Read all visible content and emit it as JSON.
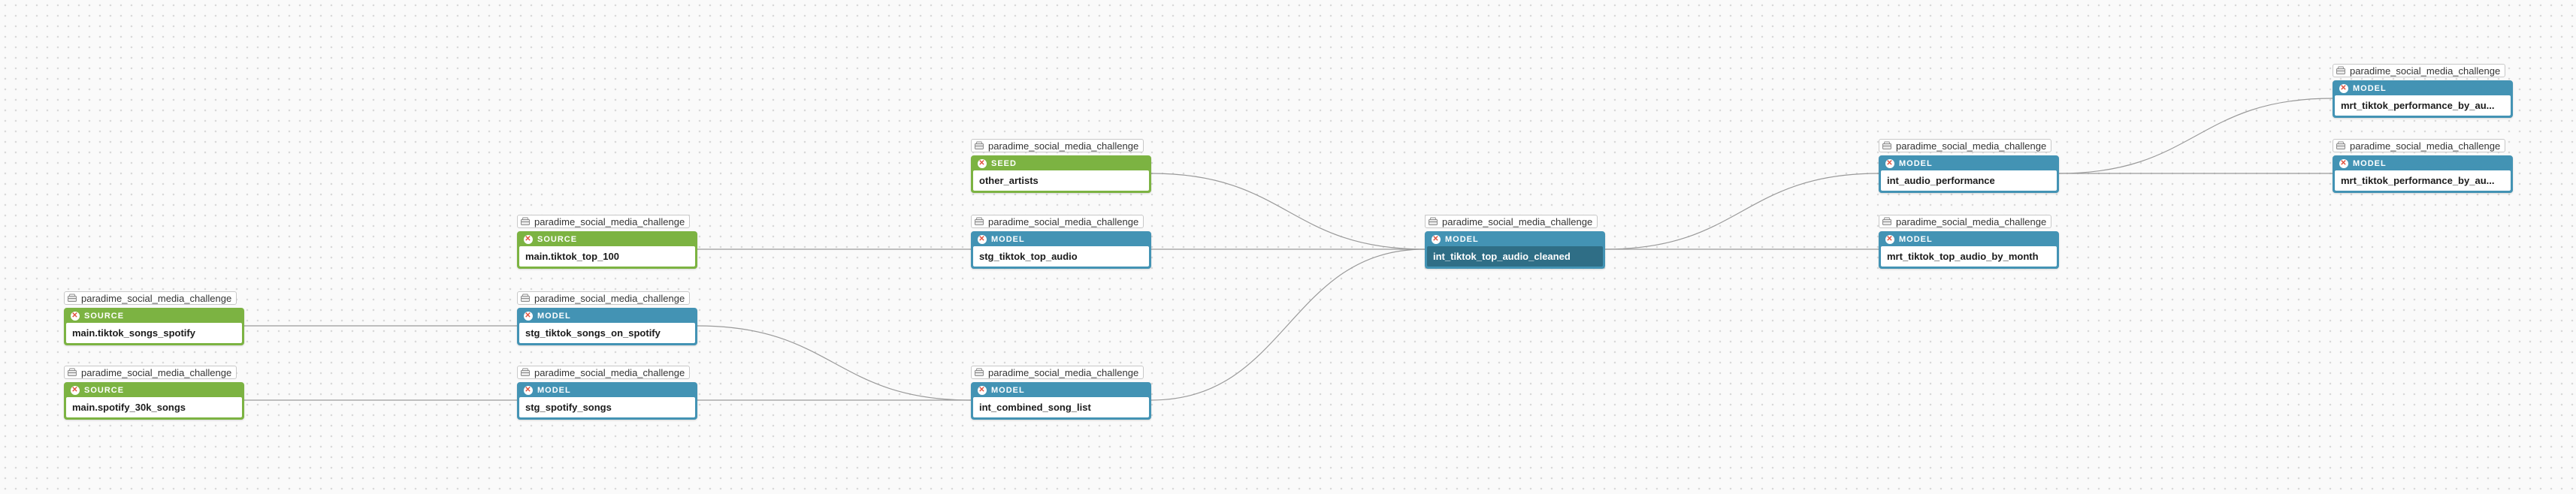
{
  "nodes": [
    {
      "id": "src_tiktok_songs_spotify",
      "package": "paradime_social_media_challenge",
      "type": "SOURCE",
      "name": "main.tiktok_songs_spotify",
      "color": "#7cb342"
    },
    {
      "id": "src_spotify_30k",
      "package": "paradime_social_media_challenge",
      "type": "SOURCE",
      "name": "main.spotify_30k_songs",
      "color": "#7cb342"
    },
    {
      "id": "src_tiktok_top_100",
      "package": "paradime_social_media_challenge",
      "type": "SOURCE",
      "name": "main.tiktok_top_100",
      "color": "#7cb342"
    },
    {
      "id": "stg_tiktok_songs_on_spotify",
      "package": "paradime_social_media_challenge",
      "type": "MODEL",
      "name": "stg_tiktok_songs_on_spotify",
      "color": "#4393b4"
    },
    {
      "id": "stg_spotify_songs",
      "package": "paradime_social_media_challenge",
      "type": "MODEL",
      "name": "stg_spotify_songs",
      "color": "#4393b4"
    },
    {
      "id": "seed_other_artists",
      "package": "paradime_social_media_challenge",
      "type": "SEED",
      "name": "other_artists",
      "color": "#7cb342"
    },
    {
      "id": "stg_tiktok_top_audio",
      "package": "paradime_social_media_challenge",
      "type": "MODEL",
      "name": "stg_tiktok_top_audio",
      "color": "#4393b4"
    },
    {
      "id": "int_combined_song_list",
      "package": "paradime_social_media_challenge",
      "type": "MODEL",
      "name": "int_combined_song_list",
      "color": "#4393b4"
    },
    {
      "id": "int_tiktok_top_audio_cleaned",
      "package": "paradime_social_media_challenge",
      "type": "MODEL",
      "name": "int_tiktok_top_audio_cleaned",
      "color": "#4393b4",
      "selected": true
    },
    {
      "id": "int_audio_performance",
      "package": "paradime_social_media_challenge",
      "type": "MODEL",
      "name": "int_audio_performance",
      "color": "#4393b4"
    },
    {
      "id": "mrt_tiktok_top_audio_by_month",
      "package": "paradime_social_media_challenge",
      "type": "MODEL",
      "name": "mrt_tiktok_top_audio_by_month",
      "color": "#4393b4"
    },
    {
      "id": "mrt_perf_1",
      "package": "paradime_social_media_challenge",
      "type": "MODEL",
      "name": "mrt_tiktok_performance_by_au...",
      "color": "#4393b4"
    },
    {
      "id": "mrt_perf_2",
      "package": "paradime_social_media_challenge",
      "type": "MODEL",
      "name": "mrt_tiktok_performance_by_au...",
      "color": "#4393b4"
    }
  ],
  "edges": [
    [
      "src_tiktok_songs_spotify",
      "stg_tiktok_songs_on_spotify"
    ],
    [
      "src_spotify_30k",
      "stg_spotify_songs"
    ],
    [
      "src_tiktok_top_100",
      "stg_tiktok_top_audio"
    ],
    [
      "stg_tiktok_songs_on_spotify",
      "int_combined_song_list"
    ],
    [
      "stg_spotify_songs",
      "int_combined_song_list"
    ],
    [
      "seed_other_artists",
      "int_tiktok_top_audio_cleaned"
    ],
    [
      "stg_tiktok_top_audio",
      "int_tiktok_top_audio_cleaned"
    ],
    [
      "int_combined_song_list",
      "int_tiktok_top_audio_cleaned"
    ],
    [
      "int_tiktok_top_audio_cleaned",
      "int_audio_performance"
    ],
    [
      "int_tiktok_top_audio_cleaned",
      "mrt_tiktok_top_audio_by_month"
    ],
    [
      "int_audio_performance",
      "mrt_perf_1"
    ],
    [
      "int_audio_performance",
      "mrt_perf_2"
    ]
  ]
}
